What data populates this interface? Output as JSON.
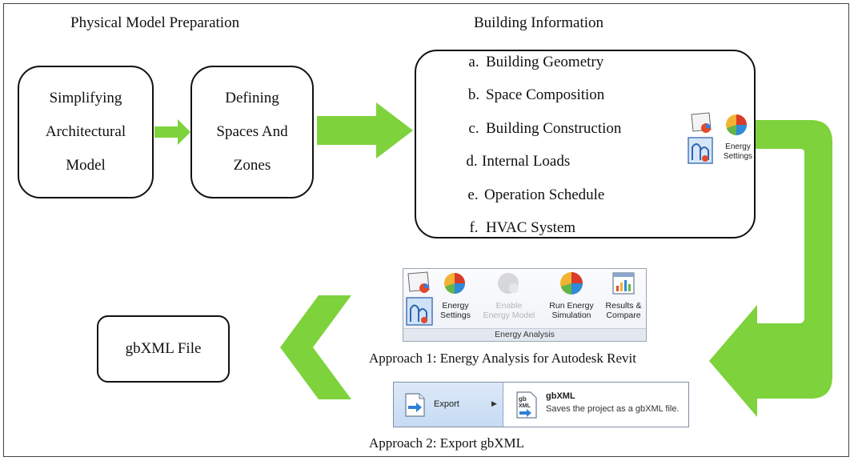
{
  "headings": {
    "left": "Physical Model Preparation",
    "right": "Building Information"
  },
  "prep_steps": [
    {
      "lines": [
        "Simplifying",
        "Architectural",
        "Model"
      ]
    },
    {
      "lines": [
        "Defining",
        "Spaces And",
        "Zones"
      ]
    }
  ],
  "building_info": {
    "items": [
      {
        "num": "a.",
        "label": "Building Geometry"
      },
      {
        "num": "b.",
        "label": "Space Composition"
      },
      {
        "num": "c.",
        "label": "Building Construction"
      },
      {
        "num": "d.",
        "label": "Internal Loads"
      },
      {
        "num": "e.",
        "label": "Operation Schedule"
      },
      {
        "num": "f.",
        "label": "HVAC System"
      }
    ],
    "energy_settings_lines": [
      "Energy",
      "Settings"
    ]
  },
  "output": {
    "label": "gbXML File"
  },
  "ribbon": {
    "buttons": [
      {
        "lines": [
          "Energy",
          "Settings"
        ],
        "icon": "energy-settings-icon",
        "enabled": true
      },
      {
        "lines": [
          "Enable",
          "Energy Model"
        ],
        "icon": "enable-energy-model-icon",
        "enabled": false
      },
      {
        "lines": [
          "Run Energy",
          "Simulation"
        ],
        "icon": "run-energy-simulation-icon",
        "enabled": true
      },
      {
        "lines": [
          "Results &",
          "Compare"
        ],
        "icon": "results-compare-icon",
        "enabled": true
      }
    ],
    "group_label": "Energy Analysis"
  },
  "approach1": "Approach 1: Energy Analysis for Autodesk Revit",
  "export_menu": {
    "label": "Export",
    "option_title": "gbXML",
    "option_desc": "Saves the project as a gbXML file.",
    "icon_text": "gb\nXML"
  },
  "approach2": "Approach 2: Export gbXML",
  "colors": {
    "arrow_green": "#7ed23c",
    "box_border": "#111111",
    "ribbon_blue": "#c6dbf4"
  }
}
